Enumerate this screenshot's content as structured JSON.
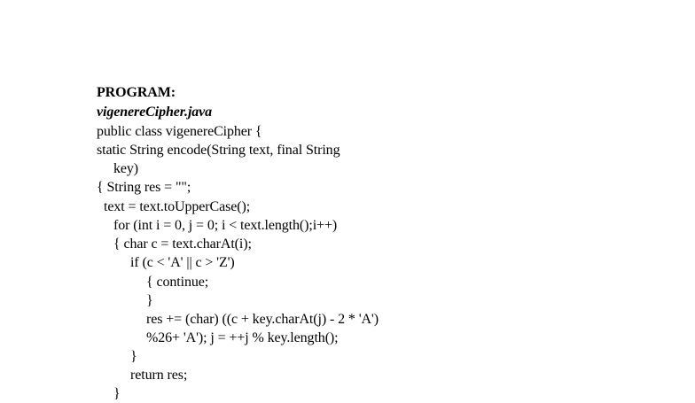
{
  "document": {
    "heading": "PROGRAM:",
    "filename": "vigenereCipher.java",
    "code_lines": [
      {
        "indent": 0,
        "text": "public class vigenereCipher {"
      },
      {
        "indent": 0,
        "text": "static String encode(String text, final String"
      },
      {
        "indent": 1,
        "text": "key)"
      },
      {
        "indent": 0,
        "text": "{ String res = \"\";"
      },
      {
        "indent": 0.5,
        "text": "text = text.toUpperCase();"
      },
      {
        "indent": 1,
        "text": "for (int i = 0, j = 0; i < text.length();i++)"
      },
      {
        "indent": 1,
        "text": "{ char c = text.charAt(i);"
      },
      {
        "indent": 2,
        "text": "if (c < 'A' || c > 'Z')"
      },
      {
        "indent": 3,
        "text": "{ continue;"
      },
      {
        "indent": 3,
        "text": "}"
      },
      {
        "indent": 3,
        "text": "res += (char) ((c + key.charAt(j) - 2 * 'A')"
      },
      {
        "indent": 3,
        "text": "%26+ 'A'); j = ++j % key.length();"
      },
      {
        "indent": 2,
        "text": "}"
      },
      {
        "indent": 2,
        "text": "return res;"
      },
      {
        "indent": 1,
        "text": "}"
      }
    ]
  }
}
